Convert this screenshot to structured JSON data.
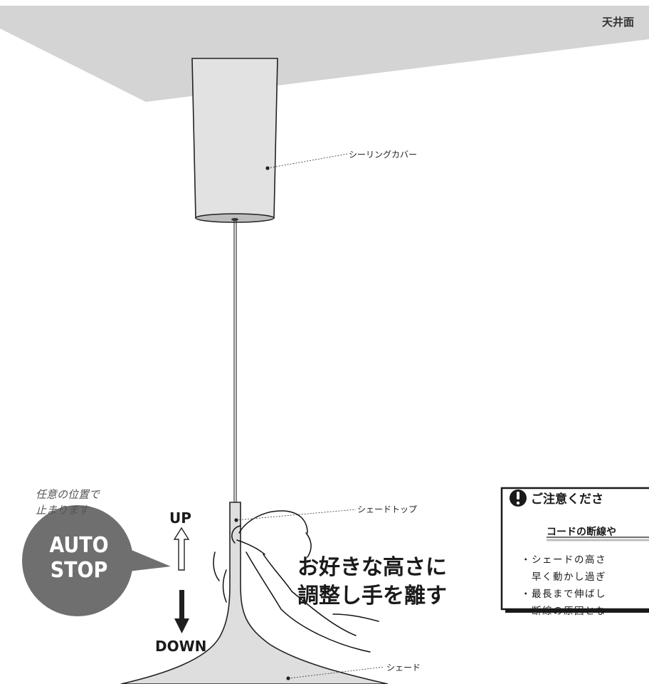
{
  "ceiling": {
    "label": "天井面"
  },
  "parts": {
    "ceiling_cover": "シーリングカバー",
    "shade_top": "シェードトップ",
    "shade": "シェード"
  },
  "auto_stop": {
    "note": "任意の位置で\n止まります",
    "badge": "AUTO\nSTOP",
    "up_label": "UP",
    "down_label": "DOWN"
  },
  "headline": "お好きな高さに\n調整し手を離す",
  "notice": {
    "title": "ご注意くださ",
    "subtitle": "コードの断線や",
    "body": "・シェードの高さ\n　早く動かし過ぎ\n・最長まで伸ばし\n　断線の原因とな",
    "icon": "exclamation-icon"
  }
}
